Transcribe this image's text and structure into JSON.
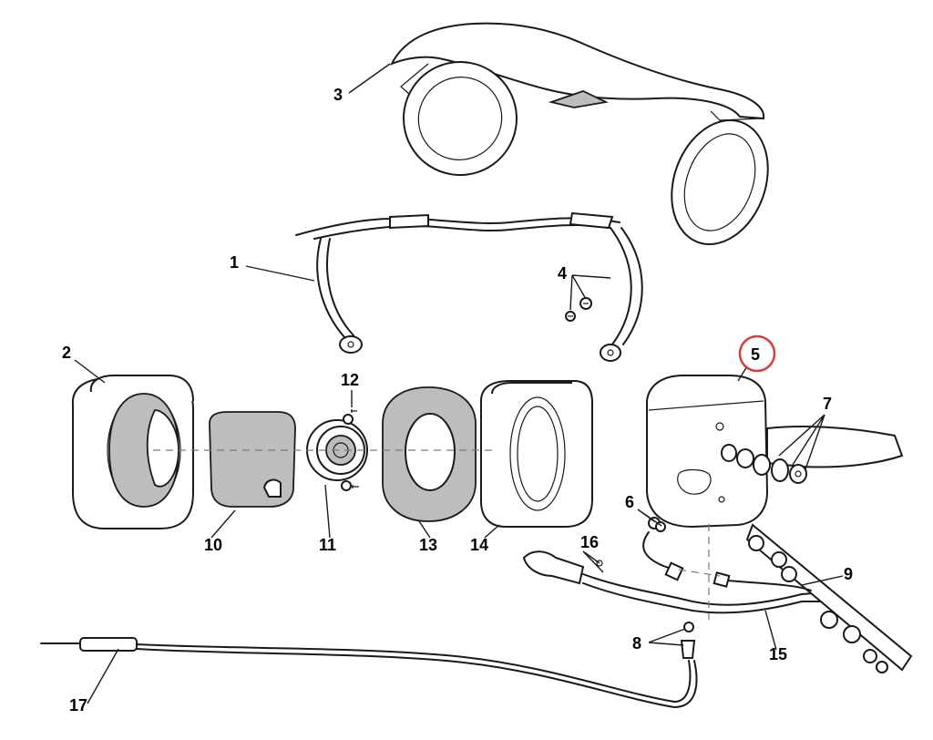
{
  "diagram": {
    "highlight_color": "#d83c3c",
    "highlighted_label": "5",
    "callouts": [
      {
        "id": "1",
        "text": "1"
      },
      {
        "id": "2",
        "text": "2"
      },
      {
        "id": "3",
        "text": "3"
      },
      {
        "id": "4",
        "text": "4"
      },
      {
        "id": "5",
        "text": "5"
      },
      {
        "id": "6",
        "text": "6"
      },
      {
        "id": "7",
        "text": "7"
      },
      {
        "id": "8",
        "text": "8"
      },
      {
        "id": "9",
        "text": "9"
      },
      {
        "id": "10",
        "text": "10"
      },
      {
        "id": "11",
        "text": "11"
      },
      {
        "id": "12",
        "text": "12"
      },
      {
        "id": "13",
        "text": "13"
      },
      {
        "id": "14",
        "text": "14"
      },
      {
        "id": "15",
        "text": "15"
      },
      {
        "id": "16",
        "text": "16"
      },
      {
        "id": "17",
        "text": "17"
      }
    ]
  }
}
